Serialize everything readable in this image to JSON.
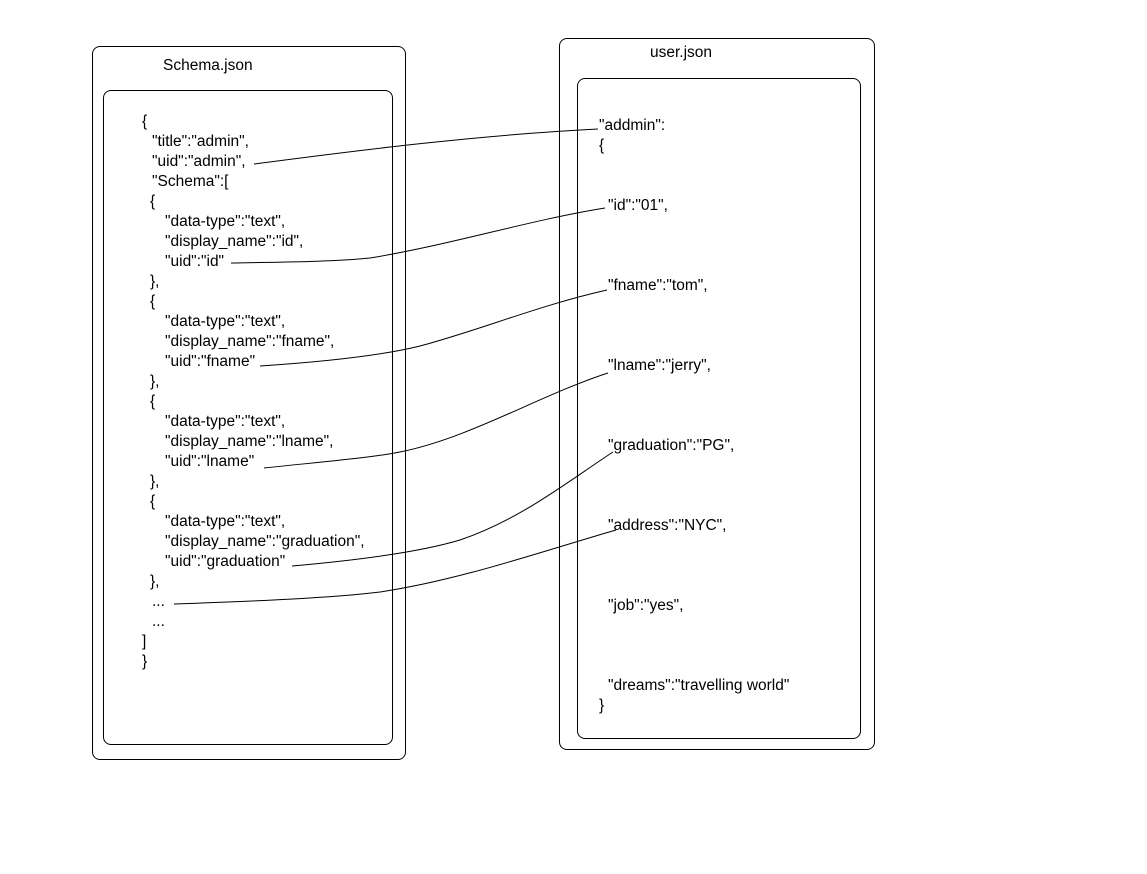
{
  "schema_file": {
    "title": "Schema.json",
    "lines": [
      "{",
      "\"title\":\"admin\",",
      "\"uid\":\"admin\",",
      "\"Schema\":[",
      "{",
      "\"data-type\":\"text\",",
      "\"display_name\":\"id\",",
      "\"uid\":\"id\"",
      "},",
      "{",
      "\"data-type\":\"text\",",
      "\"display_name\":\"fname\",",
      "\"uid\":\"fname\"",
      "},",
      "{",
      "\"data-type\":\"text\",",
      "\"display_name\":\"lname\",",
      "\"uid\":\"lname\"",
      "},",
      "{",
      "\"data-type\":\"text\",",
      "\"display_name\":\"graduation\",",
      "\"uid\":\"graduation\"",
      "},",
      "...",
      "...",
      "]",
      "}"
    ]
  },
  "user_file": {
    "title": "user.json",
    "lines": [
      "\"addmin\":",
      "{",
      "\"id\":\"01\",",
      "\"fname\":\"tom\",",
      "\"lname\":\"jerry\",",
      "\"graduation\":\"PG\",",
      "\"address\":\"NYC\",",
      "\"job\":\"yes\",",
      "\"dreams\":\"travelling world\"",
      "}"
    ]
  },
  "colors": {
    "stroke": "#000000",
    "background": "#ffffff"
  }
}
